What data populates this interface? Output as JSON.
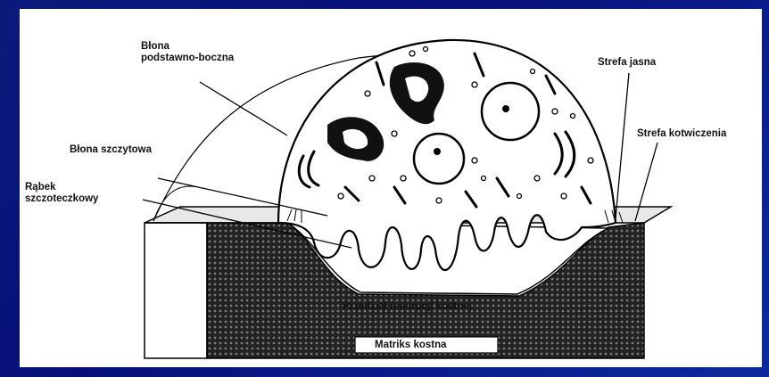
{
  "labels": {
    "basolateral": [
      "Błona",
      "podstawno-boczna"
    ],
    "apical": "Błona szczytowa",
    "ruffled": [
      "Rąbek",
      "szczoteczkowy"
    ],
    "clear_zone": "Strefa jasna",
    "sealing_zone": "Strefa kotwiczenia",
    "resorption": "Przedział resorpcji kostnej",
    "matrix": "Matriks kostna"
  }
}
